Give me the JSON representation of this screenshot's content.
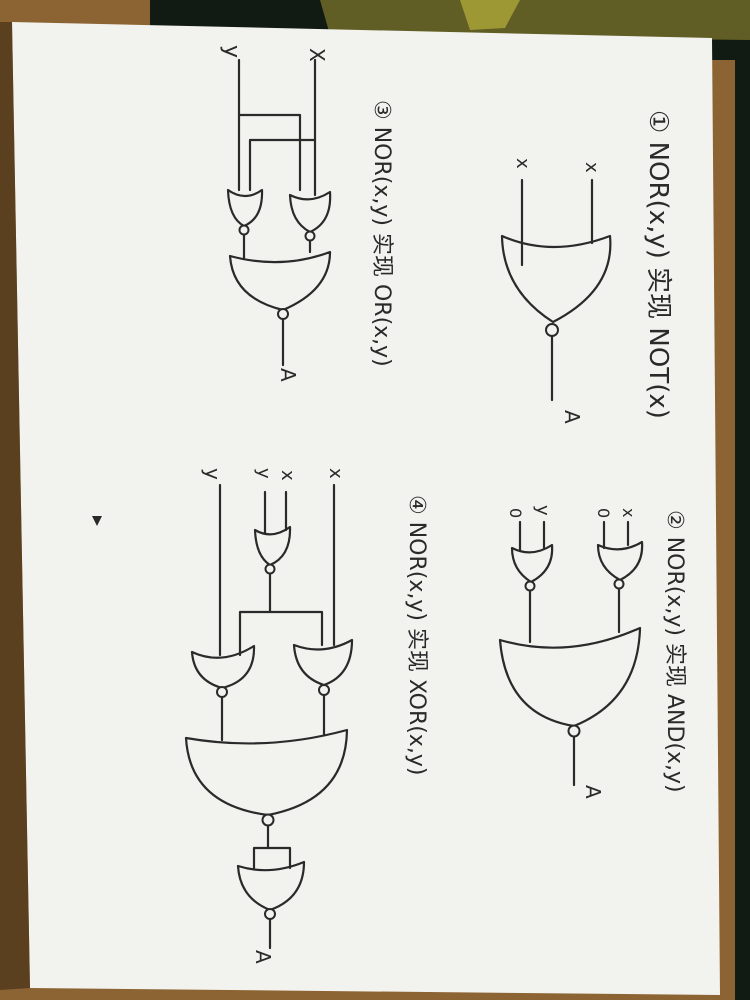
{
  "labels": {
    "x": "x",
    "y": "y",
    "X": "X",
    "output": "A",
    "zero": "0"
  },
  "titles": {
    "t1": "① NOR(x,y) 实现 NOT(x)",
    "t2": "② NOR(x,y) 实现 AND(x,y)",
    "t3": "③ NOR(x,y) 实现 OR(x,y)",
    "t4": "④ NOR(x,y) 实现 XOR(x,y)"
  },
  "colors": {
    "paper": "#f2f2ee",
    "ink": "#2a2a2a",
    "desk": "#8c6332",
    "background": "#121a14"
  },
  "icons": {
    "play": "play-triangle-icon"
  }
}
